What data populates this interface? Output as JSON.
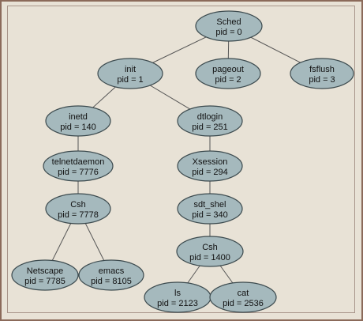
{
  "tree": {
    "nodes": [
      {
        "id": "sched",
        "name": "Sched",
        "pid": "pid = 0"
      },
      {
        "id": "init",
        "name": "init",
        "pid": "pid = 1"
      },
      {
        "id": "pageout",
        "name": "pageout",
        "pid": "pid = 2"
      },
      {
        "id": "fsflush",
        "name": "fsflush",
        "pid": "pid = 3"
      },
      {
        "id": "inetd",
        "name": "inetd",
        "pid": "pid = 140"
      },
      {
        "id": "dtlogin",
        "name": "dtlogin",
        "pid": "pid = 251"
      },
      {
        "id": "telnetdaemon",
        "name": "telnetdaemon",
        "pid": "pid = 7776"
      },
      {
        "id": "xsession",
        "name": "Xsession",
        "pid": "pid = 294"
      },
      {
        "id": "csh1",
        "name": "Csh",
        "pid": "pid = 7778"
      },
      {
        "id": "sdtshel",
        "name": "sdt_shel",
        "pid": "pid = 340"
      },
      {
        "id": "netscape",
        "name": "Netscape",
        "pid": "pid = 7785"
      },
      {
        "id": "emacs",
        "name": "emacs",
        "pid": "pid = 8105"
      },
      {
        "id": "csh2",
        "name": "Csh",
        "pid": "pid = 1400"
      },
      {
        "id": "ls",
        "name": "ls",
        "pid": "pid = 2123"
      },
      {
        "id": "cat",
        "name": "cat",
        "pid": "pid = 2536"
      }
    ],
    "edges": [
      [
        "sched",
        "init"
      ],
      [
        "sched",
        "pageout"
      ],
      [
        "sched",
        "fsflush"
      ],
      [
        "init",
        "inetd"
      ],
      [
        "init",
        "dtlogin"
      ],
      [
        "inetd",
        "telnetdaemon"
      ],
      [
        "telnetdaemon",
        "csh1"
      ],
      [
        "csh1",
        "netscape"
      ],
      [
        "csh1",
        "emacs"
      ],
      [
        "dtlogin",
        "xsession"
      ],
      [
        "xsession",
        "sdtshel"
      ],
      [
        "sdtshel",
        "csh2"
      ],
      [
        "csh2",
        "ls"
      ],
      [
        "csh2",
        "cat"
      ]
    ]
  }
}
